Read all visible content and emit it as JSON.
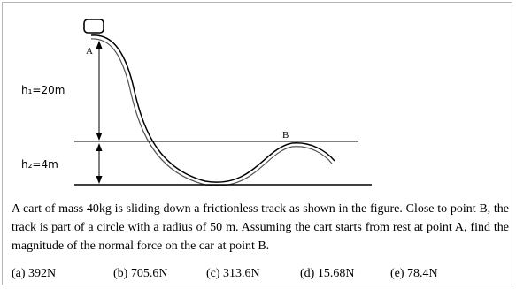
{
  "figure": {
    "point_a": "A",
    "point_b": "B",
    "h1_label": "h₁=20m",
    "h2_label": "h₂=4m"
  },
  "problem": {
    "text": "A cart of mass 40kg is sliding down a frictionless track as shown in the figure. Close to point B, the track is part of a circle with a radius of 50 m. Assuming the cart starts from rest at point A, find the magnitude of the normal force on the car at point B."
  },
  "choices": [
    {
      "label": "(a) 392N"
    },
    {
      "label": "(b) 705.6N"
    },
    {
      "label": "(c) 313.6N"
    },
    {
      "label": "(d) 15.68N"
    },
    {
      "label": "(e) 78.4N"
    }
  ]
}
